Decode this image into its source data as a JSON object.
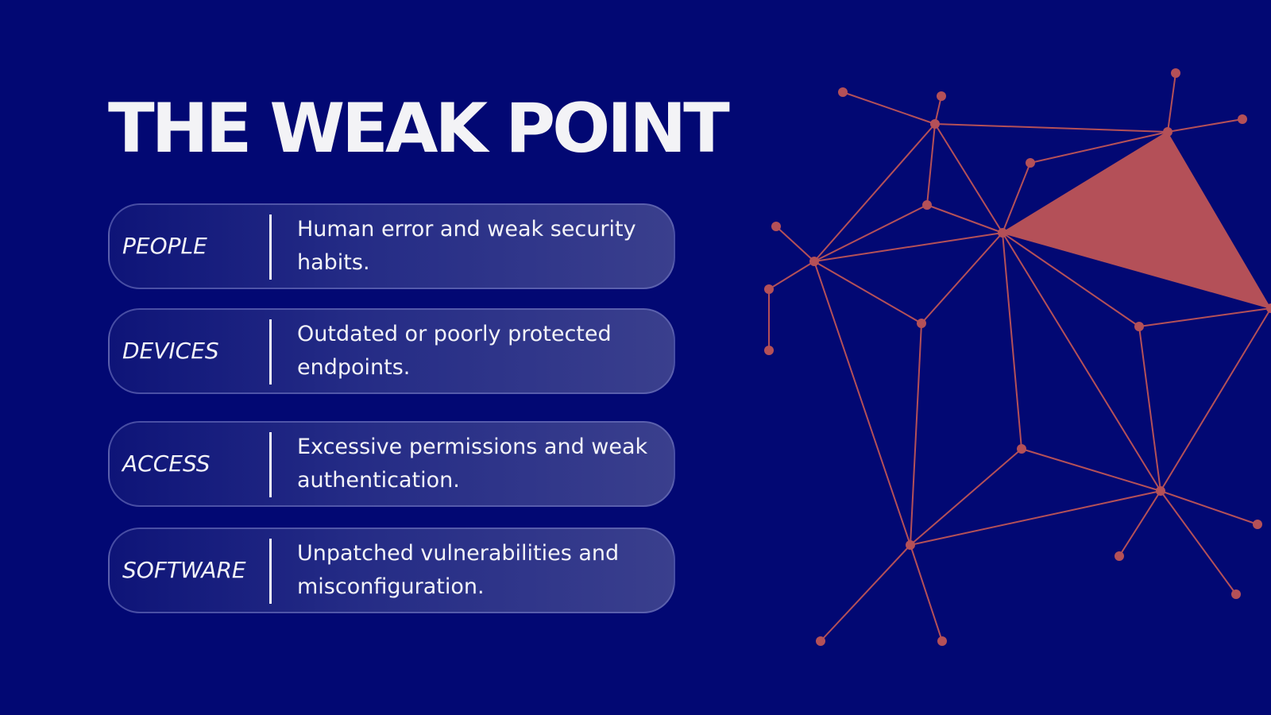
{
  "slide": {
    "title": "THE WEAK POINT",
    "items": [
      {
        "label": "PEOPLE",
        "description": "Human error and weak security habits."
      },
      {
        "label": "DEVICES",
        "description": "Outdated or poorly protected endpoints."
      },
      {
        "label": "ACCESS",
        "description": "Excessive permissions and weak authentication."
      },
      {
        "label": "SOFTWARE",
        "description": "Unpatched vulnerabilities and misconfiguration."
      }
    ]
  },
  "colors": {
    "background": "#020873",
    "text": "#f3f3f6",
    "network": "#b45058"
  },
  "decoration": {
    "name": "network-graphic"
  }
}
